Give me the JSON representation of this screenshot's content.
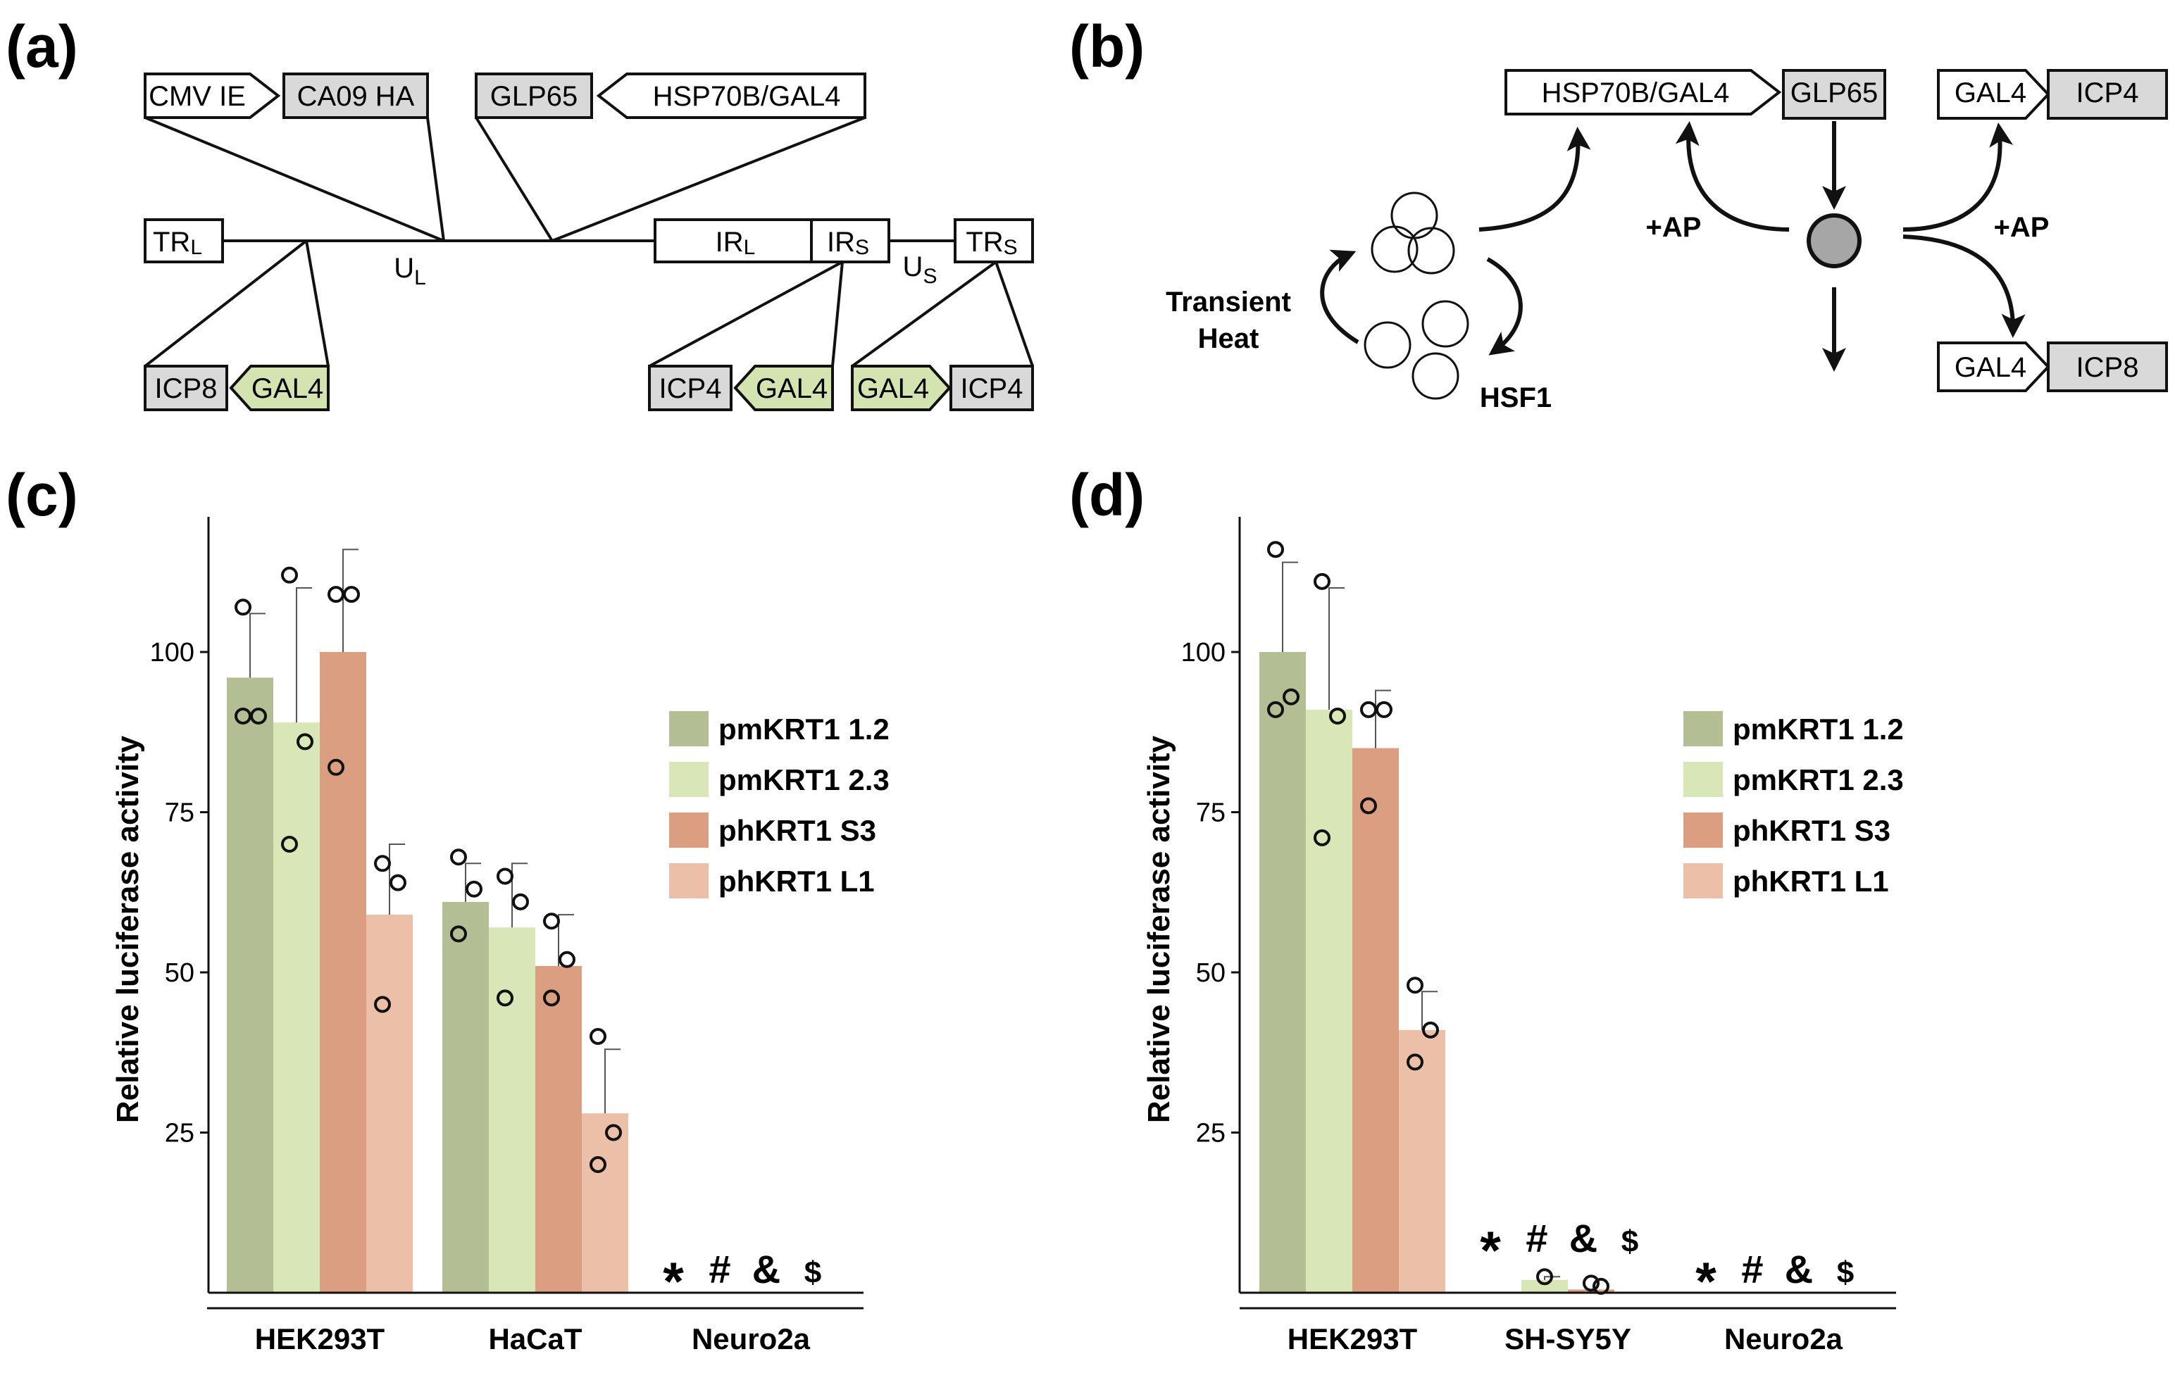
{
  "panels": {
    "a": {
      "label": "(a)",
      "top_cassettes": [
        {
          "promoter": "CMV IE",
          "gene": "CA09 HA"
        },
        {
          "promoter": "HSP70B/GAL4",
          "gene": "GLP65"
        }
      ],
      "genome": {
        "trl": "TR",
        "trl_sub": "L",
        "ul": "U",
        "ul_sub": "L",
        "irl": "IR",
        "irl_sub": "L",
        "irs": "IR",
        "irs_sub": "S",
        "us": "U",
        "us_sub": "S",
        "trs": "TR",
        "trs_sub": "S"
      },
      "bottom_cassettes": [
        {
          "gene": "ICP8",
          "promoter": "GAL4"
        },
        {
          "gene": "ICP4",
          "promoter": "GAL4"
        },
        {
          "promoter": "GAL4",
          "gene": "ICP4"
        }
      ]
    },
    "b": {
      "label": "(b)",
      "hsp_promoter": "HSP70B/GAL4",
      "glp65": "GLP65",
      "cassette_icp4": {
        "promoter": "GAL4",
        "gene": "ICP4"
      },
      "cassette_icp8": {
        "promoter": "GAL4",
        "gene": "ICP8"
      },
      "ap_left": "+AP",
      "ap_right": "+AP",
      "transient_line1": "Transient",
      "transient_line2": "Heat",
      "hsf1": "HSF1"
    },
    "c": {
      "label": "(c)"
    },
    "d": {
      "label": "(d)"
    }
  },
  "colors": {
    "pmKRT1_1.2": "#b4be94",
    "pmKRT1_2.3": "#d8e6b8",
    "phKRT1_S3": "#dc9e80",
    "phKRT1_L1": "#ecbfa9",
    "grey_box": "#d9d9d9",
    "gal4_green": "#d4e4b0",
    "node_grey": "#a6a6a6"
  },
  "chart_data": [
    {
      "type": "bar",
      "panel": "c",
      "ylabel": "Relative luciferase activity",
      "yticks": [
        25,
        50,
        75,
        100
      ],
      "ylim": [
        0,
        120
      ],
      "legend": [
        "pmKRT1 1.2",
        "pmKRT1 2.3",
        "phKRT1 S3",
        "phKRT1 L1"
      ],
      "categories": [
        "HEK293T",
        "HaCaT",
        "Neuro2a"
      ],
      "series": [
        {
          "name": "pmKRT1 1.2",
          "values": [
            96,
            61,
            0
          ],
          "errors": [
            10,
            6,
            0
          ],
          "points": [
            [
              107,
              90,
              90
            ],
            [
              68,
              63,
              56
            ],
            []
          ]
        },
        {
          "name": "pmKRT1 2.3",
          "values": [
            89,
            57,
            0
          ],
          "errors": [
            21,
            10,
            0
          ],
          "points": [
            [
              112,
              86,
              70
            ],
            [
              65,
              61,
              46
            ],
            []
          ]
        },
        {
          "name": "phKRT1 S3",
          "values": [
            100,
            51,
            0
          ],
          "errors": [
            16,
            8,
            0
          ],
          "points": [
            [
              109,
              109,
              82
            ],
            [
              58,
              52,
              46
            ],
            []
          ]
        },
        {
          "name": "phKRT1 L1",
          "values": [
            59,
            28,
            0
          ],
          "errors": [
            11,
            10,
            0
          ],
          "points": [
            [
              67,
              64,
              45
            ],
            [
              40,
              25,
              20
            ],
            []
          ]
        }
      ],
      "significance": [
        {
          "category": "Neuro2a",
          "symbols": [
            "*",
            "#",
            "&",
            "$"
          ]
        }
      ]
    },
    {
      "type": "bar",
      "panel": "d",
      "ylabel": "Relative luciferase activity",
      "yticks": [
        25,
        50,
        75,
        100
      ],
      "ylim": [
        0,
        120
      ],
      "legend": [
        "pmKRT1 1.2",
        "pmKRT1 2.3",
        "phKRT1 S3",
        "phKRT1 L1"
      ],
      "categories": [
        "HEK293T",
        "SH-SY5Y",
        "Neuro2a"
      ],
      "series": [
        {
          "name": "pmKRT1 1.2",
          "values": [
            100,
            0,
            0
          ],
          "errors": [
            14,
            0,
            0
          ],
          "points": [
            [
              116,
              93,
              91
            ],
            [],
            []
          ]
        },
        {
          "name": "pmKRT1 2.3",
          "values": [
            91,
            2,
            0
          ],
          "errors": [
            19,
            0.5,
            0
          ],
          "points": [
            [
              111,
              90,
              71
            ],
            [
              2.5
            ],
            []
          ]
        },
        {
          "name": "phKRT1 S3",
          "values": [
            85,
            0.5,
            0
          ],
          "errors": [
            9,
            0,
            0
          ],
          "points": [
            [
              91,
              91,
              76
            ],
            [
              1.5,
              1
            ],
            []
          ]
        },
        {
          "name": "phKRT1 L1",
          "values": [
            41,
            0,
            0
          ],
          "errors": [
            6,
            0,
            0
          ],
          "points": [
            [
              48,
              41,
              36
            ],
            [],
            []
          ]
        }
      ],
      "significance": [
        {
          "category": "SH-SY5Y",
          "symbols": [
            "*",
            "#",
            "&",
            "$"
          ]
        },
        {
          "category": "Neuro2a",
          "symbols": [
            "*",
            "#",
            "&",
            "$"
          ]
        }
      ]
    }
  ]
}
